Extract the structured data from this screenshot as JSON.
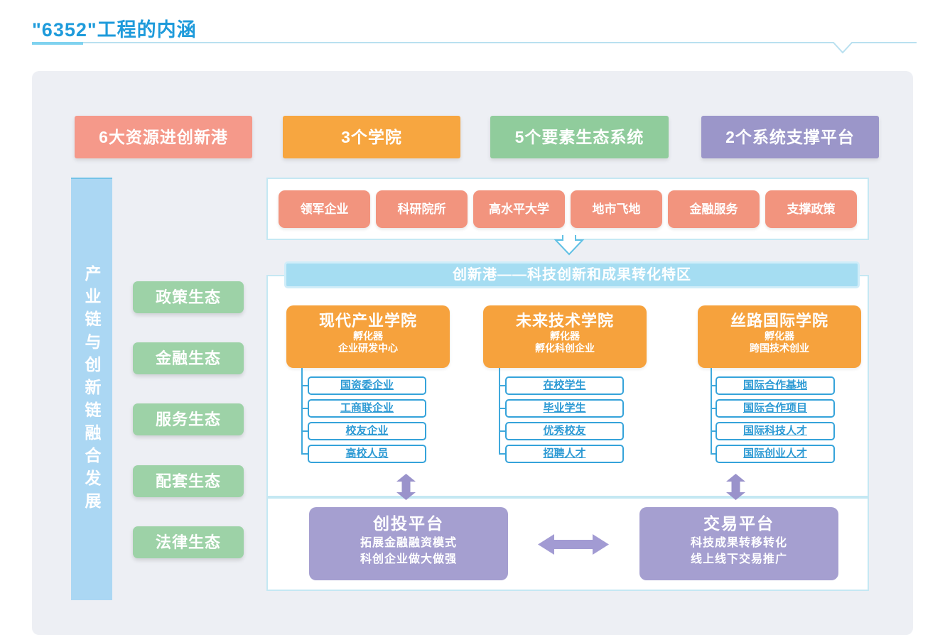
{
  "title": "\"6352\"工程的内涵",
  "colors": {
    "title_blue": "#1e9bdb",
    "header_salmon": "#f5998a",
    "header_orange": "#f7a640",
    "header_green": "#90cc9c",
    "header_purple": "#9b96c9",
    "left_bar_blue": "#abd7f3",
    "eco_green": "#9dd2a7",
    "resource_pink": "#f2947e",
    "banner_blue": "#a5ddf2",
    "item_border_blue": "#35a3da",
    "college_orange": "#f6a23d",
    "platform_purple": "#a59fd0",
    "panel_border": "#c5e8f3",
    "background_gray": "#edeff4"
  },
  "headers": [
    {
      "label": "6大资源进创新港"
    },
    {
      "label": "3个学院"
    },
    {
      "label": "5个要素生态系统"
    },
    {
      "label": "2个系统支撑平台"
    }
  ],
  "left_bar": {
    "label": "产业链与创新链融合发展"
  },
  "ecosystems": [
    "政策生态",
    "金融生态",
    "服务生态",
    "配套生态",
    "法律生态"
  ],
  "resources_panel": {
    "items": [
      "领军企业",
      "科研院所",
      "高水平大学",
      "地市飞地",
      "金融服务",
      "支撑政策"
    ]
  },
  "banner": {
    "label": "创新港——科技创新和成果转化特区"
  },
  "colleges": [
    {
      "title": "现代产业学院",
      "line2": "孵化器",
      "line3": "企业研发中心",
      "items": [
        "国资委企业",
        "工商联企业",
        "校友企业",
        "高校人员"
      ]
    },
    {
      "title": "未来技术学院",
      "line2": "孵化器",
      "line3": "孵化科创企业",
      "items": [
        "在校学生",
        "毕业学生",
        "优秀校友",
        "招聘人才"
      ]
    },
    {
      "title": "丝路国际学院",
      "line2": "孵化器",
      "line3": "跨国技术创业",
      "items": [
        "国际合作基地",
        "国际合作项目",
        "国际科技人才",
        "国际创业人才"
      ]
    }
  ],
  "platforms": [
    {
      "title": "创投平台",
      "line2": "拓展金融融资模式",
      "line3": "科创企业做大做强"
    },
    {
      "title": "交易平台",
      "line2": "科技成果转移转化",
      "line3": "线上线下交易推广"
    }
  ]
}
